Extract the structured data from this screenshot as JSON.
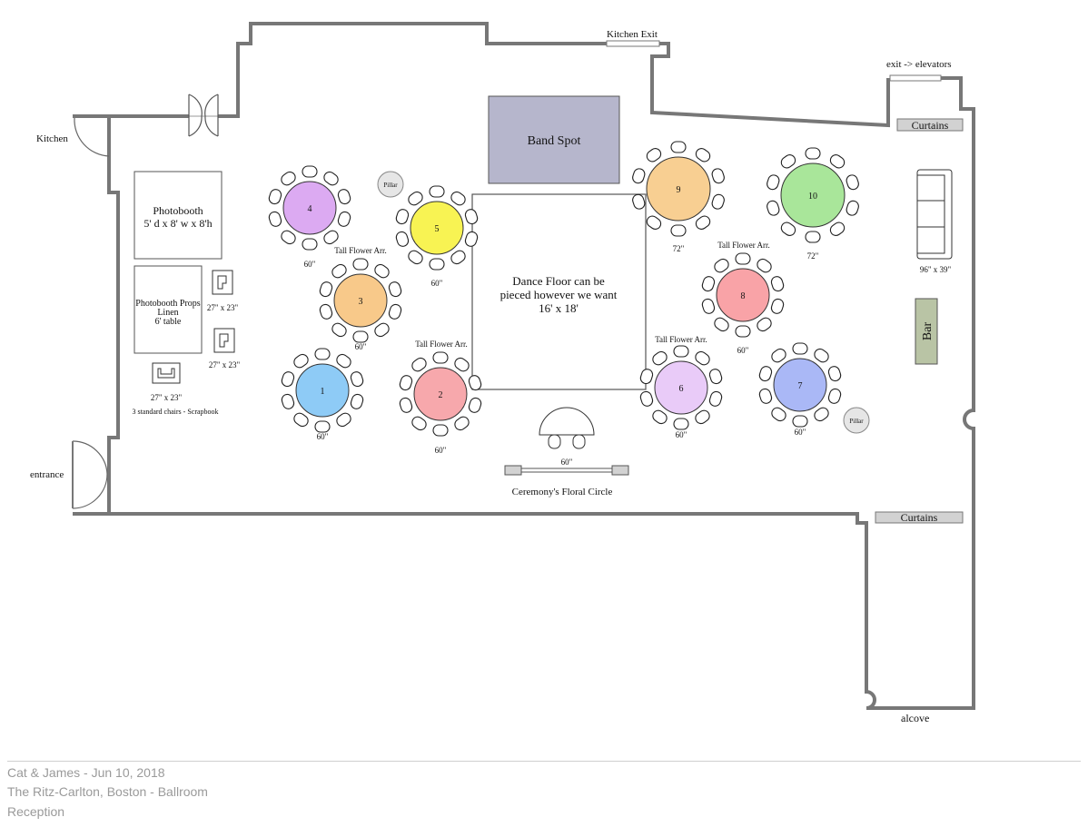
{
  "labels": {
    "kitchen": "Kitchen",
    "kitchen_exit": "Kitchen Exit",
    "exit_elevators": "exit -> elevators",
    "entrance": "entrance",
    "alcove": "alcove",
    "curtains_top": "Curtains",
    "curtains_bottom": "Curtains",
    "band_spot": "Band Spot",
    "pillar_1": "Pillar",
    "pillar_2": "Pillar",
    "bar": "Bar",
    "sofa_size": "96\" x 39\"",
    "photobooth_title": "Photobooth",
    "photobooth_size": "5' d x 8' w x 8'h",
    "props_line1": "Photobooth Props",
    "props_line2": "Linen",
    "props_line3": "6' table",
    "chair_size_1": "27\" x 23\"",
    "chair_size_2": "27\" x 23\"",
    "chair_size_3": "27\" x 23\"",
    "scrapbook": "3 standard chairs - Scrapbook",
    "dance_line1": "Dance Floor can be",
    "dance_line2": "pieced however we want",
    "dance_line3": "16' x 18'",
    "flower_1": "Tall Flower Arr.",
    "flower_2": "Tall Flower Arr.",
    "flower_3": "Tall Flower Arr.",
    "flower_4": "Tall Flower Arr.",
    "ceremony_size": "60\"",
    "ceremony": "Ceremony's Floral Circle"
  },
  "tables": [
    {
      "number": "1",
      "size": "60\"",
      "color": "#8ecbf6"
    },
    {
      "number": "2",
      "size": "60\"",
      "color": "#f7a8ac"
    },
    {
      "number": "3",
      "size": "60\"",
      "color": "#f8c98a"
    },
    {
      "number": "4",
      "size": "60\"",
      "color": "#dcaaf2"
    },
    {
      "number": "5",
      "size": "60\"",
      "color": "#f8f353"
    },
    {
      "number": "6",
      "size": "60\"",
      "color": "#e9cbf8"
    },
    {
      "number": "7",
      "size": "60\"",
      "color": "#aab8f6"
    },
    {
      "number": "8",
      "size": "60\"",
      "color": "#f9a3a7"
    },
    {
      "number": "9",
      "size": "72\"",
      "color": "#f8cf92"
    },
    {
      "number": "10",
      "size": "72\"",
      "color": "#a9e69a"
    }
  ],
  "colors": {
    "wall": "#777777",
    "band": "#b6b6cc",
    "bar": "#b9c4a5",
    "curtain": "#d2d2d2",
    "pillar": "#e6e6e6"
  },
  "footer": {
    "line1": "Cat & James - Jun 10, 2018",
    "line2": "The Ritz-Carlton, Boston - Ballroom",
    "line3": "Reception"
  }
}
